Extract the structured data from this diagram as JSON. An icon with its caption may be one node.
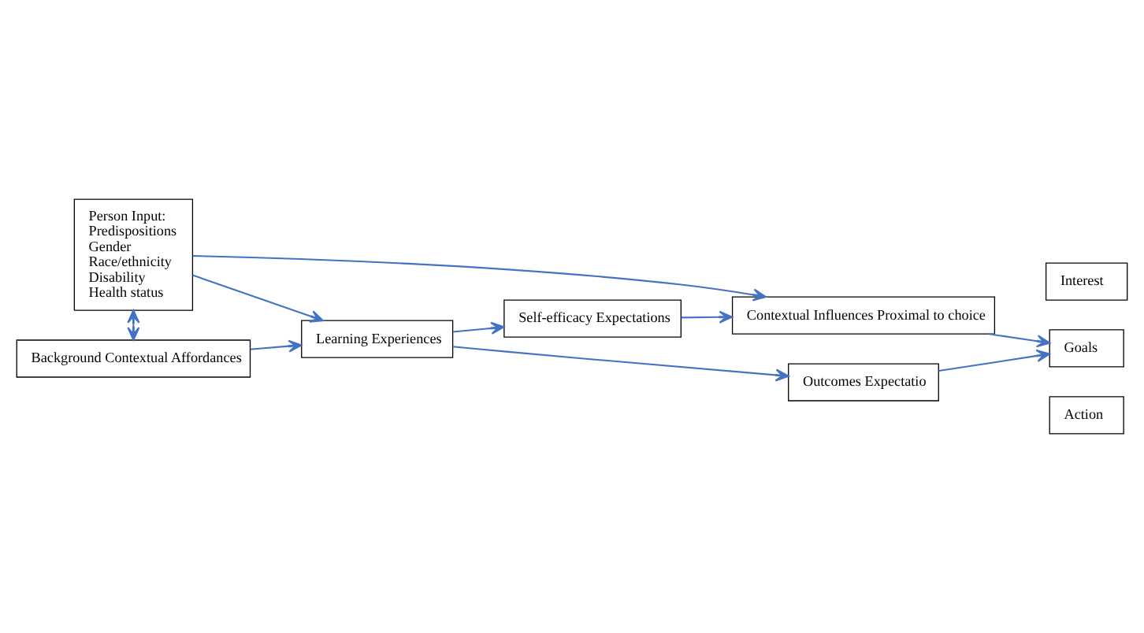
{
  "diagram": {
    "nodes": [
      {
        "text": [
          "Person Input:",
          "Predispositions",
          "Gender",
          "Race/ethnicity",
          "Disability",
          "Health status"
        ]
      },
      {
        "text": [
          "Contextual Influences Proximal to choice"
        ]
      },
      {
        "text": [
          "Self-efficacy Expectations"
        ]
      },
      {
        "text": [
          "Learning Experiences"
        ]
      },
      {
        "text": [
          "Background Contextual Affordances"
        ]
      },
      {
        "text": [
          "Interest"
        ]
      },
      {
        "text": [
          "Goals"
        ]
      },
      {
        "text": [
          "Action"
        ]
      },
      {
        "text": [
          "Outcomes Expectatio"
        ]
      }
    ],
    "edges": [
      {
        "from": 0,
        "to": 1,
        "arrow": "to",
        "color": "#4472c4"
      },
      {
        "from": 2,
        "to": 1,
        "arrow": "to",
        "color": "#4472c4"
      },
      {
        "from": 0,
        "to": 3,
        "arrow": "to",
        "color": "#4472c4"
      },
      {
        "from": 0,
        "to": 4,
        "arrow": "both",
        "color": "#4472c4"
      },
      {
        "from": 4,
        "to": 3,
        "arrow": "to",
        "color": "#4472c4"
      },
      {
        "from": 3,
        "to": 2,
        "arrow": "to",
        "color": "#4472c4"
      },
      {
        "from": 3,
        "to": 8,
        "arrow": "to",
        "color": "#4472c4"
      },
      {
        "from": 1,
        "to": 6,
        "arrow": "to",
        "color": "#4472c4"
      },
      {
        "from": 8,
        "to": 6,
        "arrow": "to",
        "color": "#4472c4"
      }
    ]
  }
}
